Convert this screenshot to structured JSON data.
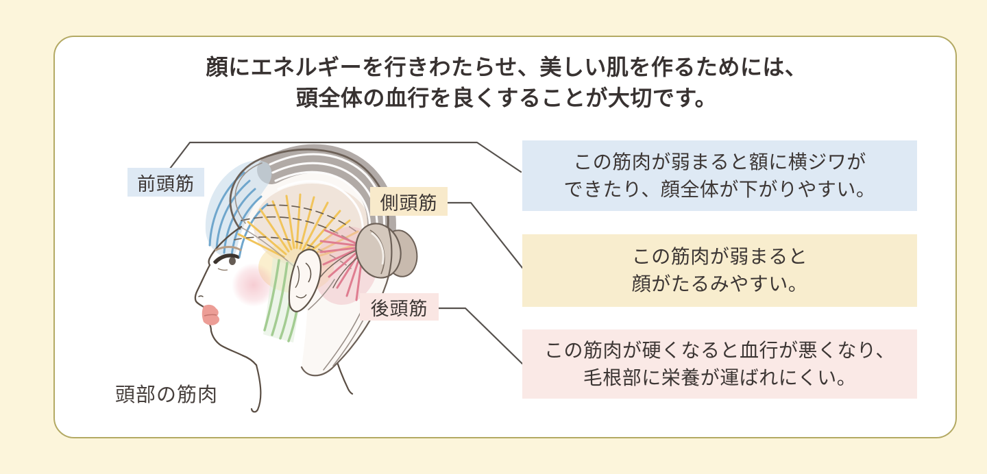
{
  "title": {
    "line1": "顔にエネルギーを行きわたらせ、美しい肌を作るためには、",
    "line2": "頭全体の血行を良くすることが大切です。"
  },
  "diagram": {
    "caption": "頭部の筋肉",
    "labels": [
      {
        "id": "frontalis",
        "text": "前頭筋",
        "bg": "#DEE9F4"
      },
      {
        "id": "temporalis",
        "text": "側頭筋",
        "bg": "#F8EACB"
      },
      {
        "id": "occipitalis",
        "text": "後頭筋",
        "bg": "#FAE6E3"
      }
    ],
    "muscle_colors": {
      "frontalis_blue": "#6FA6CC",
      "temporalis_yellow": "#F1C45B",
      "occipitalis_pink": "#DF7D90",
      "jaw_green": "#A3CC92"
    }
  },
  "callouts": [
    {
      "id": "frontalis",
      "bg": "#DEE9F4",
      "line1": "この筋肉が弱まると額に横ジワが",
      "line2": "できたり、顔全体が下がりやすい。"
    },
    {
      "id": "temporalis",
      "bg": "#F8EDCE",
      "line1": "この筋肉が弱まると",
      "line2": "顔がたるみやすい。"
    },
    {
      "id": "occipitalis",
      "bg": "#FAE9E6",
      "line1": "この筋肉が硬くなると血行が悪くなり、",
      "line2": "毛根部に栄養が運ばれにくい。"
    }
  ],
  "page_colors": {
    "background": "#FCF5DB",
    "card_background": "#FFFFFF",
    "card_border": "#B3A963",
    "text": "#3B3534",
    "connector_line": "#56514D"
  }
}
